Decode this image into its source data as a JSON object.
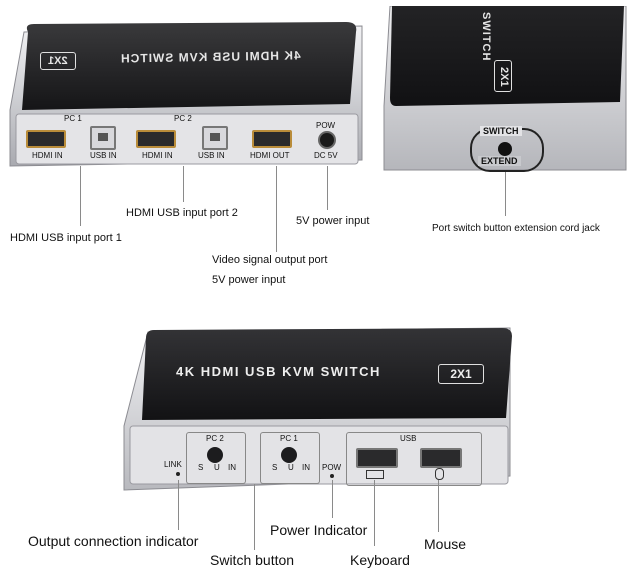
{
  "device1": {
    "top_title": "4K HDMI USB KVM SWITCH",
    "top_model": "2X1",
    "pc1_group": "PC 1",
    "pc2_group": "PC 2",
    "pow_label": "POW",
    "hdmi_in_1": "HDMI IN",
    "usb_in_1": "USB IN",
    "hdmi_in_2": "HDMI IN",
    "usb_in_2": "USB IN",
    "hdmi_out": "HDMI OUT",
    "dc5v": "DC 5V"
  },
  "device2": {
    "side_title": "SWITCH",
    "side_model": "2X1",
    "jack_top": "SWITCH",
    "jack_bottom": "EXTEND"
  },
  "device3": {
    "title": "4K HDMI USB KVM SWITCH",
    "model": "2X1",
    "link": "LINK",
    "pc2": "PC 2",
    "pc1": "PC 1",
    "pc2_s": "S",
    "pc2_u": "U",
    "pc2_in": "IN",
    "pc1_s": "S",
    "pc1_u": "U",
    "pc1_in": "IN",
    "pow": "POW",
    "usb": "USB"
  },
  "callouts": {
    "port1": "HDMI USB input port 1",
    "port2": "HDMI USB input port 2",
    "power_input_a": "5V power input",
    "video_out": "Video signal output port",
    "power_input_b": "5V power input",
    "extension_jack": "Port switch button extension cord jack",
    "output_indicator": "Output connection indicator",
    "switch_button": "Switch button",
    "power_indicator": "Power Indicator",
    "keyboard": "Keyboard",
    "mouse": "Mouse"
  }
}
